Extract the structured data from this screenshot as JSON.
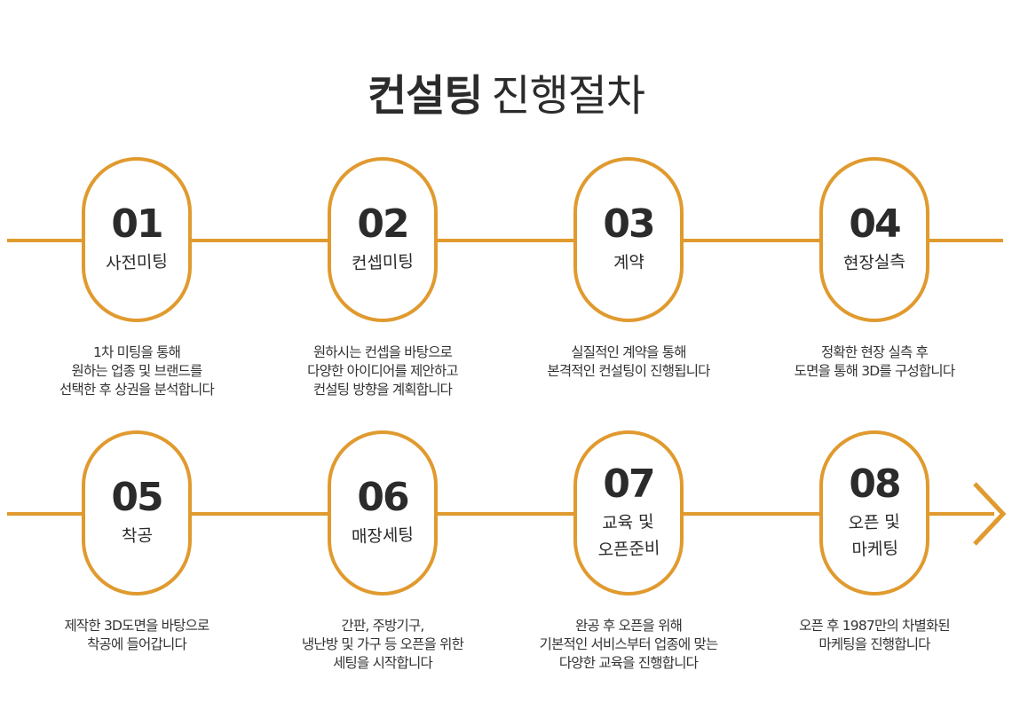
{
  "title": {
    "bold": "컨설팅",
    "light": "진행절차"
  },
  "colors": {
    "accent": "#e09a2e",
    "text": "#2b2b2b"
  },
  "icons": {
    "arrow": "arrow-right-icon"
  },
  "steps": [
    {
      "number": "01",
      "name": [
        "사전미팅"
      ],
      "description": [
        "1차 미팅을 통해",
        "원하는 업종 및 브랜드를",
        "선택한 후 상권을 분석합니다"
      ]
    },
    {
      "number": "02",
      "name": [
        "컨셉미팅"
      ],
      "description": [
        "원하시는 컨셉을 바탕으로",
        "다양한 아이디어를 제안하고",
        "컨설팅 방향을 계획합니다"
      ]
    },
    {
      "number": "03",
      "name": [
        "계약"
      ],
      "description": [
        "실질적인 계약을 통해",
        "본격적인 컨설팅이 진행됩니다"
      ]
    },
    {
      "number": "04",
      "name": [
        "현장실측"
      ],
      "description": [
        "정확한 현장 실측 후",
        "도면을 통해 3D를 구성합니다"
      ]
    },
    {
      "number": "05",
      "name": [
        "착공"
      ],
      "description": [
        "제작한 3D도면을 바탕으로",
        "착공에 들어갑니다"
      ]
    },
    {
      "number": "06",
      "name": [
        "매장세팅"
      ],
      "description": [
        "간판, 주방기구,",
        "냉난방 및 가구 등 오픈을 위한",
        "세팅을 시작합니다"
      ]
    },
    {
      "number": "07",
      "name": [
        "교육 및",
        "오픈준비"
      ],
      "description": [
        "완공 후 오픈을 위해",
        "기본적인 서비스부터 업종에 맞는",
        "다양한 교육을 진행합니다"
      ]
    },
    {
      "number": "08",
      "name": [
        "오픈 및",
        "마케팅"
      ],
      "description": [
        "오픈 후 1987만의 차별화된",
        "마케팅을 진행합니다"
      ]
    }
  ]
}
